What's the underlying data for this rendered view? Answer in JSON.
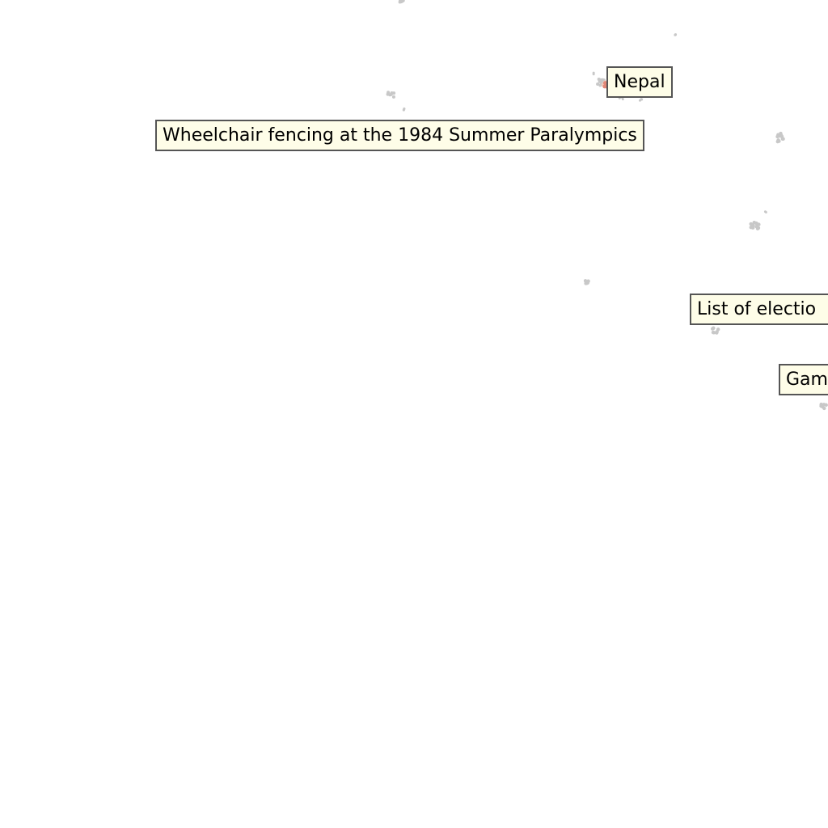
{
  "labels": {
    "nepal": "Nepal",
    "wheelchair": "Wheelchair fencing at the 1984 Summer Paralympics",
    "elections": "List of electio",
    "games": "Gam"
  },
  "colors": {
    "point": "#c8c8c8",
    "highlight": "#e28878",
    "highlight_light": "#f2c8b8",
    "label_bg": "#fefde8",
    "label_border": "#555555"
  }
}
